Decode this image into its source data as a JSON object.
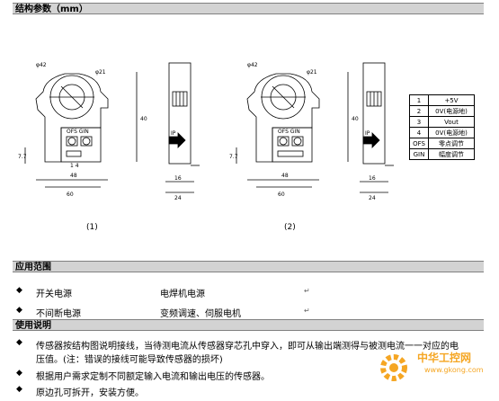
{
  "sections": {
    "structure_title": "结构参数（mm）",
    "application_title": "应用范围",
    "usage_title": "使用说明"
  },
  "diagram": {
    "dim_outer": "φ42",
    "dim_inner": "φ21",
    "ofs_gin": "OFS GIN",
    "pin_nums": "1  4",
    "dim_height": "40",
    "dim_width_48": "48",
    "dim_width_60": "60",
    "dim_side_16": "16",
    "dim_side_24": "24",
    "dim_left_77": "7.7",
    "arrow_label": "IP",
    "caption_1": "(1)",
    "caption_2": "(2)"
  },
  "pins": [
    {
      "n": "1",
      "d": "+5V"
    },
    {
      "n": "2",
      "d": "0V(电源地)"
    },
    {
      "n": "3",
      "d": "Vout"
    },
    {
      "n": "4",
      "d": "0V(电源地)"
    },
    {
      "n": "OFS",
      "d": "零点调节"
    },
    {
      "n": "GIN",
      "d": "幅度调节"
    }
  ],
  "application": {
    "row1_col1": "开关电源",
    "row1_col2": "电焊机电源",
    "row2_col1": "不间断电源",
    "row2_col2": "变频调速、伺服电机"
  },
  "usage": {
    "item1_line1": "传感器按结构图说明接线，当待测电流从传感器穿芯孔中穿入，即可从输出端测得与被测电流一一对应的电",
    "item1_line2": "压值。(注：错误的接线可能导致传感器的损坏)",
    "item2": "根据用户需求定制不同额定输入电流和输出电压的传感器。",
    "item3": "原边孔可拆开，安装方便。"
  },
  "watermark": {
    "cn": "中华工控网",
    "url": "www.gkong.com"
  },
  "colors": {
    "bar": "#d3d3d3",
    "watermark_orange": "#f5a623"
  }
}
